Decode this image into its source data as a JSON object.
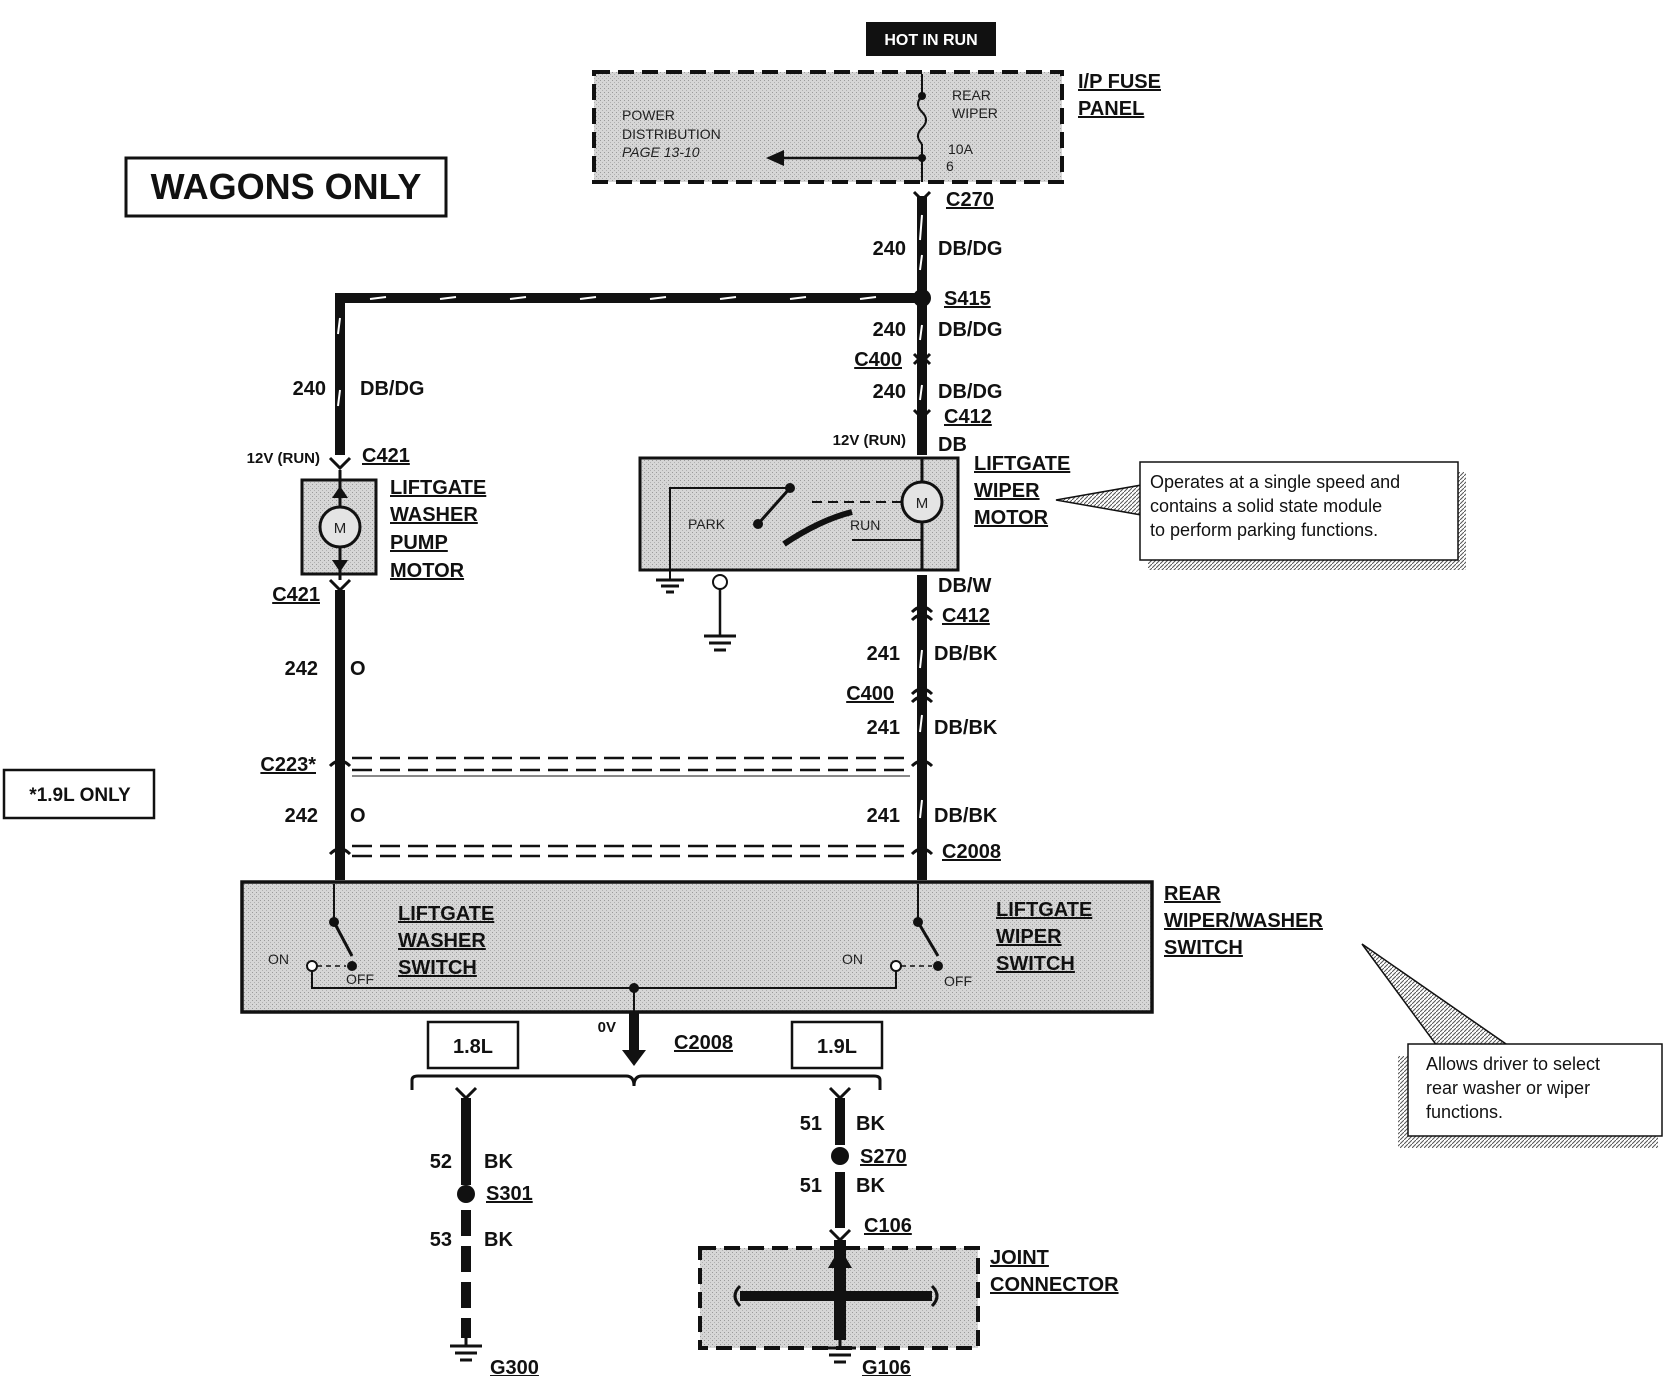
{
  "hot_in_run": "HOT IN RUN",
  "wagons_only": "WAGONS ONLY",
  "footnote": "*1.9L ONLY",
  "fuse_panel": {
    "title_line1": "I/P FUSE",
    "title_line2": "PANEL",
    "power_dist_line1": "POWER",
    "power_dist_line2": "DISTRIBUTION",
    "power_dist_line3": "PAGE 13-10",
    "fuse_line1": "REAR",
    "fuse_line2": "WIPER",
    "fuse_rating": "10A",
    "fuse_number": "6"
  },
  "connectors": {
    "c270": "C270",
    "s415": "S415",
    "c400_top": "C400",
    "c412_top": "C412",
    "c421_top": "C421",
    "c421_bottom": "C421",
    "c412_bottom": "C412",
    "c400_bottom": "C400",
    "c223": "C223*",
    "c2008_right": "C2008",
    "c2008_ground": "C2008",
    "s301": "S301",
    "s270": "S270",
    "c106": "C106",
    "g300": "G300",
    "g106": "G106"
  },
  "wires": {
    "w240_a": {
      "num": "240",
      "color": "DB/DG"
    },
    "w240_b": {
      "num": "240",
      "color": "DB/DG"
    },
    "w240_c": {
      "num": "240",
      "color": "DB/DG"
    },
    "w240_left": {
      "num": "240",
      "color": "DB/DG"
    },
    "db_motor_in": "DB",
    "dbw_motor_out": "DB/W",
    "w241_a": {
      "num": "241",
      "color": "DB/BK"
    },
    "w241_b": {
      "num": "241",
      "color": "DB/BK"
    },
    "w241_c": {
      "num": "241",
      "color": "DB/BK"
    },
    "w242_a": {
      "num": "242",
      "color": "O"
    },
    "w242_b": {
      "num": "242",
      "color": "O"
    },
    "w52": {
      "num": "52",
      "color": "BK"
    },
    "w53": {
      "num": "53",
      "color": "BK"
    },
    "w51_a": {
      "num": "51",
      "color": "BK"
    },
    "w51_b": {
      "num": "51",
      "color": "BK"
    }
  },
  "voltages": {
    "v12_left": "12V (RUN)",
    "v12_right": "12V (RUN)",
    "v0": "0V"
  },
  "washer_motor": {
    "line1": "LIFTGATE",
    "line2": "WASHER",
    "line3": "PUMP",
    "line4": "MOTOR",
    "symbol": "M"
  },
  "wiper_motor": {
    "line1": "LIFTGATE",
    "line2": "WIPER",
    "line3": "MOTOR",
    "symbol": "M",
    "park": "PARK",
    "run": "RUN"
  },
  "wiper_motor_note": {
    "line1": "Operates at a single speed and",
    "line2": "contains a solid state module",
    "line3": "to perform parking functions."
  },
  "switch": {
    "title_line1": "REAR",
    "title_line2": "WIPER/WASHER",
    "title_line3": "SWITCH",
    "washer_line1": "LIFTGATE",
    "washer_line2": "WASHER",
    "washer_line3": "SWITCH",
    "wiper_line1": "LIFTGATE",
    "wiper_line2": "WIPER",
    "wiper_line3": "SWITCH",
    "on_left": "ON",
    "off_left": "OFF",
    "on_right": "ON",
    "off_right": "OFF"
  },
  "switch_note": {
    "line1": "Allows driver to select",
    "line2": "rear washer or wiper",
    "line3": "functions."
  },
  "engine_18": "1.8L",
  "engine_19": "1.9L",
  "joint_connector": {
    "line1": "JOINT",
    "line2": "CONNECTOR"
  }
}
